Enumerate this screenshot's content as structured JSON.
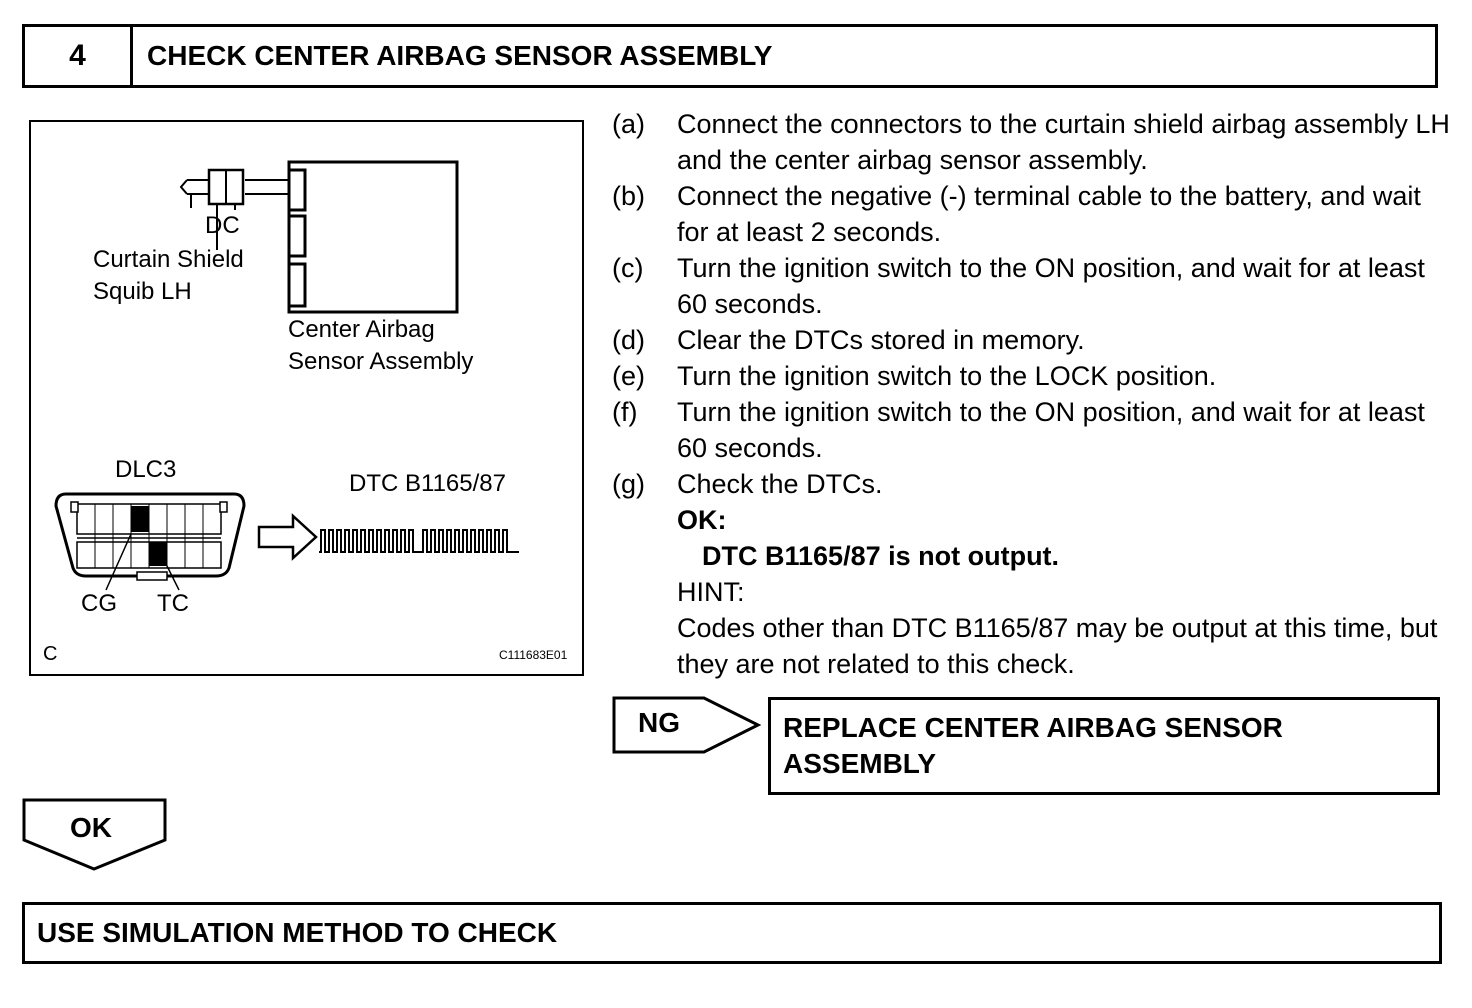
{
  "step": {
    "number": "4",
    "title": "CHECK CENTER AIRBAG SENSOR ASSEMBLY"
  },
  "figure": {
    "dc_label": "DC",
    "squib_label_line1": "Curtain Shield",
    "squib_label_line2": "Squib LH",
    "sensor_label_line1": "Center Airbag",
    "sensor_label_line2": "Sensor Assembly",
    "dlc3_label": "DLC3",
    "dtc_label": "DTC B1165/87",
    "cg_label": "CG",
    "tc_label": "TC",
    "corner_label": "C",
    "figure_id": "C111683E01"
  },
  "instructions": [
    {
      "letter": "(a)",
      "text": "Connect the connectors to the curtain shield airbag assembly LH and the center airbag sensor assembly."
    },
    {
      "letter": "(b)",
      "text": "Connect the negative (-) terminal cable to the battery, and wait for at least 2 seconds."
    },
    {
      "letter": "(c)",
      "text": "Turn the ignition switch to the ON position, and wait for at least 60 seconds."
    },
    {
      "letter": "(d)",
      "text": "Clear the DTCs stored in memory."
    },
    {
      "letter": "(e)",
      "text": "Turn the ignition switch to the LOCK position."
    },
    {
      "letter": "(f)",
      "text": "Turn the ignition switch to the ON position, and wait for at least 60 seconds."
    },
    {
      "letter": "(g)",
      "text": "Check the DTCs."
    }
  ],
  "ok_heading": "OK:",
  "ok_condition": "DTC B1165/87 is not output.",
  "hint_label": "HINT:",
  "hint_text": "Codes other than DTC B1165/87 may be output at this time, but they are not related to this check.",
  "ng": {
    "label": "NG",
    "action": "REPLACE CENTER AIRBAG SENSOR ASSEMBLY"
  },
  "ok_arrow_label": "OK",
  "final_step": "USE SIMULATION METHOD TO CHECK"
}
